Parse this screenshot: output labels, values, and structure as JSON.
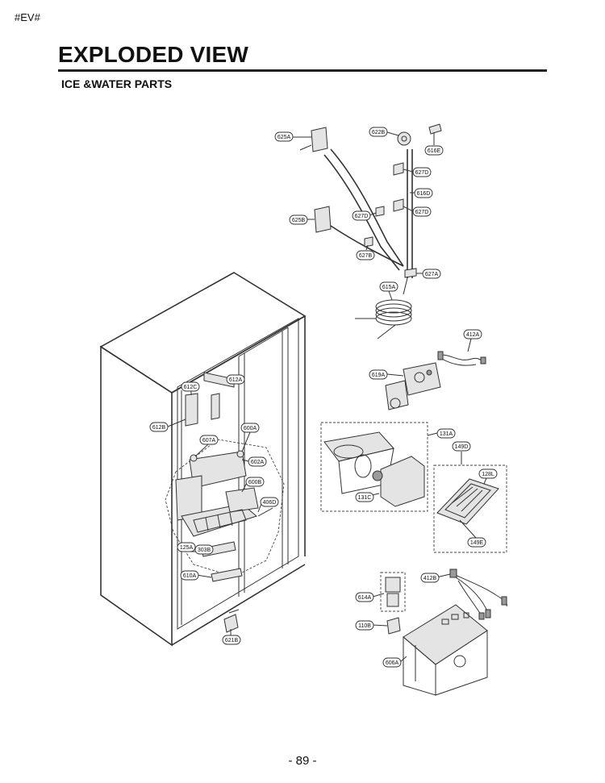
{
  "header": {
    "tag": "#EV#",
    "title": "EXPLODED VIEW",
    "subtitle": "ICE &WATER PARTS"
  },
  "footer": {
    "page_number": "- 89 -"
  },
  "parts": {
    "p625A": "625A",
    "p622B": "622B",
    "p616E": "616E",
    "p627D_a": "627D",
    "p616D": "616D",
    "p627D_b": "627D",
    "p627D_c": "627D",
    "p625B": "625B",
    "p627B": "627B",
    "p627A": "627A",
    "p615A": "615A",
    "p412A": "412A",
    "p619A": "619A",
    "p612A": "612A",
    "p612C": "612C",
    "p612B": "612B",
    "p600A": "600A",
    "p607A": "607A",
    "p602A": "602A",
    "p600B": "600B",
    "p406D": "406D",
    "p125A": "125A",
    "p303B": "303B",
    "p610A": "610A",
    "p621B": "621B",
    "p131A": "131A",
    "p149D": "149D",
    "p128L": "128L",
    "p131C": "131C",
    "p149E": "149E",
    "p412B": "412B",
    "p614A": "614A",
    "p110B": "110B",
    "p606A": "606A"
  }
}
